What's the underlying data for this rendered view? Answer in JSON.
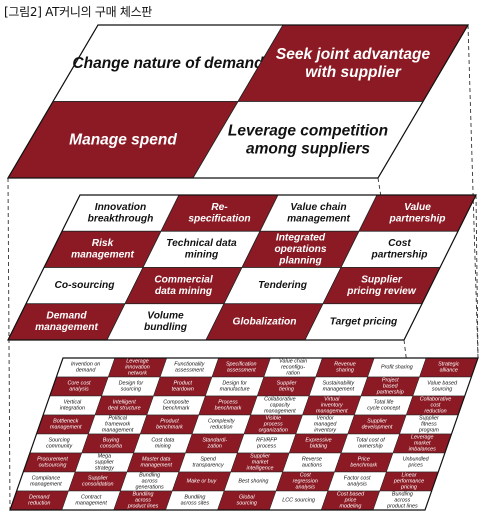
{
  "figure_caption": "[그림2] AT커니의 구매 체스판",
  "colors": {
    "maroon": "#8b1a24",
    "white": "#ffffff",
    "outline": "#222222"
  },
  "top_level": [
    {
      "lines": [
        "Change nature of demand"
      ],
      "color": "white"
    },
    {
      "lines": [
        "Seek joint advantage",
        "with supplier"
      ],
      "color": "maroon"
    },
    {
      "lines": [
        "Manage spend"
      ],
      "color": "maroon"
    },
    {
      "lines": [
        "Leverage competition",
        "among suppliers"
      ],
      "color": "white"
    }
  ],
  "middle_level": [
    [
      {
        "lines": [
          "Innovation",
          "breakthrough"
        ],
        "color": "white"
      },
      {
        "lines": [
          "Re-",
          "specification"
        ],
        "color": "maroon"
      },
      {
        "lines": [
          "Value chain",
          "management"
        ],
        "color": "white"
      },
      {
        "lines": [
          "Value",
          "partnership"
        ],
        "color": "maroon"
      }
    ],
    [
      {
        "lines": [
          "Risk",
          "management"
        ],
        "color": "maroon"
      },
      {
        "lines": [
          "Technical data",
          "mining"
        ],
        "color": "white"
      },
      {
        "lines": [
          "Integrated",
          "operations",
          "planning"
        ],
        "color": "maroon"
      },
      {
        "lines": [
          "Cost",
          "partnership"
        ],
        "color": "white"
      }
    ],
    [
      {
        "lines": [
          "Co-sourcing"
        ],
        "color": "white"
      },
      {
        "lines": [
          "Commercial",
          "data mining"
        ],
        "color": "maroon"
      },
      {
        "lines": [
          "Tendering"
        ],
        "color": "white"
      },
      {
        "lines": [
          "Supplier",
          "pricing review"
        ],
        "color": "maroon"
      }
    ],
    [
      {
        "lines": [
          "Demand",
          "management"
        ],
        "color": "maroon"
      },
      {
        "lines": [
          "Volume",
          "bundling"
        ],
        "color": "white"
      },
      {
        "lines": [
          "Globalization"
        ],
        "color": "maroon"
      },
      {
        "lines": [
          "Target pricing"
        ],
        "color": "white"
      }
    ]
  ],
  "bottom_level": [
    [
      {
        "lines": [
          "Invention on",
          "demand"
        ],
        "color": "white"
      },
      {
        "lines": [
          "Leverage",
          "innovation",
          "network"
        ],
        "color": "maroon"
      },
      {
        "lines": [
          "Functionality",
          "assessment"
        ],
        "color": "white"
      },
      {
        "lines": [
          "Specification",
          "assessment"
        ],
        "color": "maroon"
      },
      {
        "lines": [
          "Value chain",
          "reconfigu-",
          "ration"
        ],
        "color": "white"
      },
      {
        "lines": [
          "Revenue",
          "sharing"
        ],
        "color": "maroon"
      },
      {
        "lines": [
          "Profit sharing"
        ],
        "color": "white"
      },
      {
        "lines": [
          "Strategic",
          "alliance"
        ],
        "color": "maroon"
      }
    ],
    [
      {
        "lines": [
          "Core cost",
          "analysis"
        ],
        "color": "maroon"
      },
      {
        "lines": [
          "Design for",
          "sourcing"
        ],
        "color": "white"
      },
      {
        "lines": [
          "Product",
          "teardown"
        ],
        "color": "maroon"
      },
      {
        "lines": [
          "Design for",
          "manufacture"
        ],
        "color": "white"
      },
      {
        "lines": [
          "Supplier",
          "tiering"
        ],
        "color": "maroon"
      },
      {
        "lines": [
          "Sustainability",
          "management"
        ],
        "color": "white"
      },
      {
        "lines": [
          "Project",
          "based",
          "partnership"
        ],
        "color": "maroon"
      },
      {
        "lines": [
          "Value based",
          "sourcing"
        ],
        "color": "white"
      }
    ],
    [
      {
        "lines": [
          "Vertical",
          "integration"
        ],
        "color": "white"
      },
      {
        "lines": [
          "Intelligent",
          "deal structure"
        ],
        "color": "maroon"
      },
      {
        "lines": [
          "Composite",
          "benchmark"
        ],
        "color": "white"
      },
      {
        "lines": [
          "Process",
          "benchmark"
        ],
        "color": "maroon"
      },
      {
        "lines": [
          "Collaborative",
          "capacity",
          "management"
        ],
        "color": "white"
      },
      {
        "lines": [
          "Virtual",
          "inventory",
          "management"
        ],
        "color": "maroon"
      },
      {
        "lines": [
          "Total life",
          "cycle concept"
        ],
        "color": "white"
      },
      {
        "lines": [
          "Collaborative",
          "cost",
          "reduction"
        ],
        "color": "maroon"
      }
    ],
    [
      {
        "lines": [
          "Bottleneck",
          "management"
        ],
        "color": "maroon"
      },
      {
        "lines": [
          "Political",
          "framework",
          "management"
        ],
        "color": "white"
      },
      {
        "lines": [
          "Product",
          "benchmark"
        ],
        "color": "maroon"
      },
      {
        "lines": [
          "Complexity",
          "reduction"
        ],
        "color": "white"
      },
      {
        "lines": [
          "Visible",
          "process",
          "organization"
        ],
        "color": "maroon"
      },
      {
        "lines": [
          "Vendor",
          "managed",
          "inventory"
        ],
        "color": "white"
      },
      {
        "lines": [
          "Supplier",
          "development"
        ],
        "color": "maroon"
      },
      {
        "lines": [
          "Supplier",
          "fitness",
          "program"
        ],
        "color": "white"
      }
    ],
    [
      {
        "lines": [
          "Sourcing",
          "community"
        ],
        "color": "white"
      },
      {
        "lines": [
          "Buying",
          "consortia"
        ],
        "color": "maroon"
      },
      {
        "lines": [
          "Cost data",
          "mining"
        ],
        "color": "white"
      },
      {
        "lines": [
          "Standardi-",
          "zation"
        ],
        "color": "maroon"
      },
      {
        "lines": [
          "RFI/RFP",
          "process"
        ],
        "color": "white"
      },
      {
        "lines": [
          "Expressive",
          "bidding"
        ],
        "color": "maroon"
      },
      {
        "lines": [
          "Total cost of",
          "ownership"
        ],
        "color": "white"
      },
      {
        "lines": [
          "Leverage",
          "market",
          "imbalances"
        ],
        "color": "maroon"
      }
    ],
    [
      {
        "lines": [
          "Procurement",
          "outsourcing"
        ],
        "color": "maroon"
      },
      {
        "lines": [
          "Mega",
          "supplier",
          "strategy"
        ],
        "color": "white"
      },
      {
        "lines": [
          "Master data",
          "management"
        ],
        "color": "maroon"
      },
      {
        "lines": [
          "Spend",
          "transparency"
        ],
        "color": "white"
      },
      {
        "lines": [
          "Supplier",
          "market",
          "intelligence"
        ],
        "color": "maroon"
      },
      {
        "lines": [
          "Reverse",
          "auctions"
        ],
        "color": "white"
      },
      {
        "lines": [
          "Price",
          "benchmark"
        ],
        "color": "maroon"
      },
      {
        "lines": [
          "Unbundled",
          "prices"
        ],
        "color": "white"
      }
    ],
    [
      {
        "lines": [
          "Compliance",
          "management"
        ],
        "color": "white"
      },
      {
        "lines": [
          "Supplier",
          "consolidation"
        ],
        "color": "maroon"
      },
      {
        "lines": [
          "Bundling",
          "across",
          "generations"
        ],
        "color": "white"
      },
      {
        "lines": [
          "Make or buy"
        ],
        "color": "maroon"
      },
      {
        "lines": [
          "Best shoring"
        ],
        "color": "white"
      },
      {
        "lines": [
          "Cost",
          "regression",
          "analysis"
        ],
        "color": "maroon"
      },
      {
        "lines": [
          "Factor cost",
          "analysis"
        ],
        "color": "white"
      },
      {
        "lines": [
          "Linear",
          "performance",
          "pricing"
        ],
        "color": "maroon"
      }
    ],
    [
      {
        "lines": [
          "Demand",
          "reduction"
        ],
        "color": "maroon"
      },
      {
        "lines": [
          "Contract",
          "management"
        ],
        "color": "white"
      },
      {
        "lines": [
          "Bundling",
          "across",
          "product lines"
        ],
        "color": "maroon"
      },
      {
        "lines": [
          "Bundling",
          "across sites"
        ],
        "color": "white"
      },
      {
        "lines": [
          "Global",
          "sourcing"
        ],
        "color": "maroon"
      },
      {
        "lines": [
          "LCC sourcing"
        ],
        "color": "white"
      },
      {
        "lines": [
          "Cost based",
          "price",
          "modeling"
        ],
        "color": "maroon"
      },
      {
        "lines": [
          "Bundling",
          "across",
          "product lines"
        ],
        "color": "white"
      }
    ]
  ]
}
